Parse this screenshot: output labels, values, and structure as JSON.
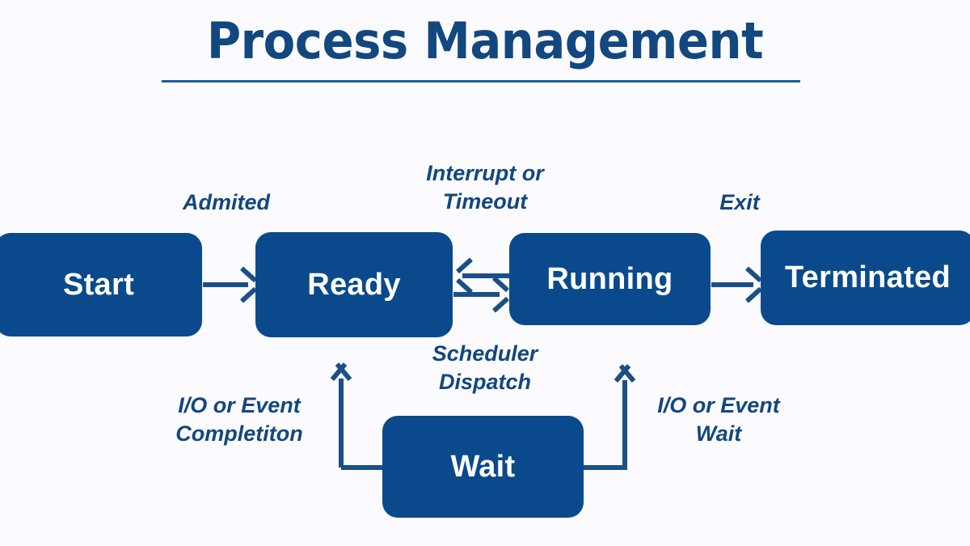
{
  "title": "Process Management",
  "colors": {
    "node_fill": "#0a4a8c",
    "node_text": "#ffffff",
    "label_text": "#12477f",
    "connector": "#1b5086",
    "rule": "#1c5d9e",
    "background": "#fbfbff"
  },
  "nodes": [
    {
      "id": "start",
      "label": "Start"
    },
    {
      "id": "ready",
      "label": "Ready"
    },
    {
      "id": "running",
      "label": "Running"
    },
    {
      "id": "terminated",
      "label": "Terminated"
    },
    {
      "id": "wait",
      "label": "Wait"
    }
  ],
  "edges": [
    {
      "id": "admitted",
      "label": "Admited",
      "from": "start",
      "to": "ready",
      "direction": "right"
    },
    {
      "id": "interrupt",
      "label": "Interrupt or\nTimeout",
      "from": "running",
      "to": "ready",
      "direction": "left"
    },
    {
      "id": "dispatch",
      "label": "Scheduler\nDispatch",
      "from": "ready",
      "to": "running",
      "direction": "right"
    },
    {
      "id": "exit",
      "label": "Exit",
      "from": "running",
      "to": "terminated",
      "direction": "right"
    },
    {
      "id": "io-compl",
      "label": "I/O or Event\nCompletiton",
      "from": "wait",
      "to": "ready",
      "direction": "up"
    },
    {
      "id": "io-wait",
      "label": "I/O or Event\nWait",
      "from": "running",
      "to": "wait",
      "direction": "up"
    }
  ]
}
